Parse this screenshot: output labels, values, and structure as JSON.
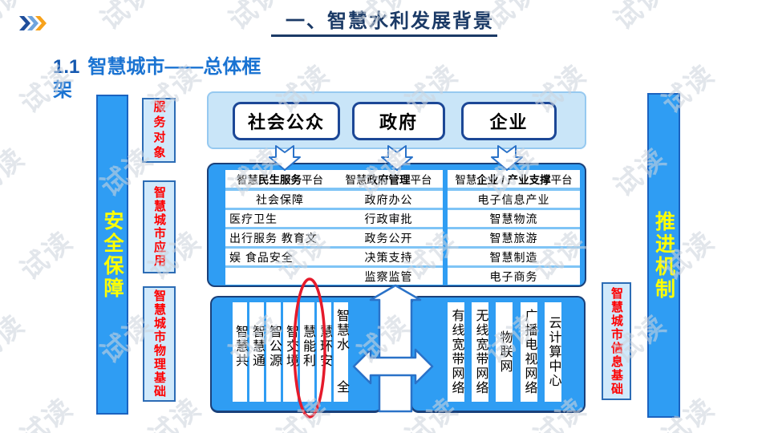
{
  "watermark": {
    "text": "试读"
  },
  "header": {
    "title": "一、智慧水利发展背景"
  },
  "subtitle": {
    "number": "1.1",
    "text": "智慧城市——总体框架"
  },
  "sidebars": {
    "left": "安全保障",
    "right": "推进机制"
  },
  "labels": {
    "service_target": "服务对象",
    "city_app": "智慧城市应用",
    "city_physical": "智慧城市物理基础",
    "city_info": "智慧城市信息基础"
  },
  "top": {
    "boxes": [
      {
        "label": "社会公众"
      },
      {
        "label": "政府"
      },
      {
        "label": "企业"
      }
    ]
  },
  "platforms": {
    "columns": [
      {
        "header": {
          "pre": "智慧",
          "bold": "民生服务",
          "post": "平台"
        },
        "rows": [
          {
            "text": "社会保障",
            "align": "center"
          },
          {
            "text": "医疗卫生",
            "align": "left"
          },
          {
            "text": "出行服务 教育文",
            "align": "left"
          },
          {
            "text": "娱 食品安全",
            "align": "left"
          },
          {
            "text": "",
            "align": "center"
          }
        ]
      },
      {
        "header": {
          "pre": "智慧",
          "bold": "政府管理",
          "post": "平台"
        },
        "rows": [
          "政府办公",
          "行政审批",
          "政务公开",
          "决策支持",
          "监察监管"
        ]
      },
      {
        "header": {
          "pre": "智慧",
          "bold": "企业 / 产业支撑",
          "post": "平台"
        },
        "rows": [
          "电子信息产业",
          "智慧物流",
          "智慧旅游",
          "智慧制造",
          "电子商务"
        ]
      }
    ]
  },
  "infrastructure": {
    "left_strips": [
      "智慧共",
      "智慧通",
      "智公源",
      "智交境",
      "慧能利",
      "慧环安"
    ],
    "left_last": {
      "top": "智慧水",
      "bottom": "全"
    },
    "right_strips": [
      "有线宽带网络",
      "无线宽带网络",
      "物联网",
      "广播电视网络",
      "云计算中心"
    ]
  },
  "colors": {
    "accent_blue": "#2f9df3",
    "dark_navy": "#1a4079",
    "title_navy": "#1b3a66",
    "subtitle_blue": "#1a73d2",
    "label_red": "#fe0000",
    "bar_yellow": "#ffff00",
    "highlight_red": "#e51a2b",
    "arrow_stroke": "#2a72c8",
    "chevron_dark": "#1f4e9b",
    "chevron_light": "#6fa4dd",
    "chevron_orange": "#f7a21b"
  }
}
